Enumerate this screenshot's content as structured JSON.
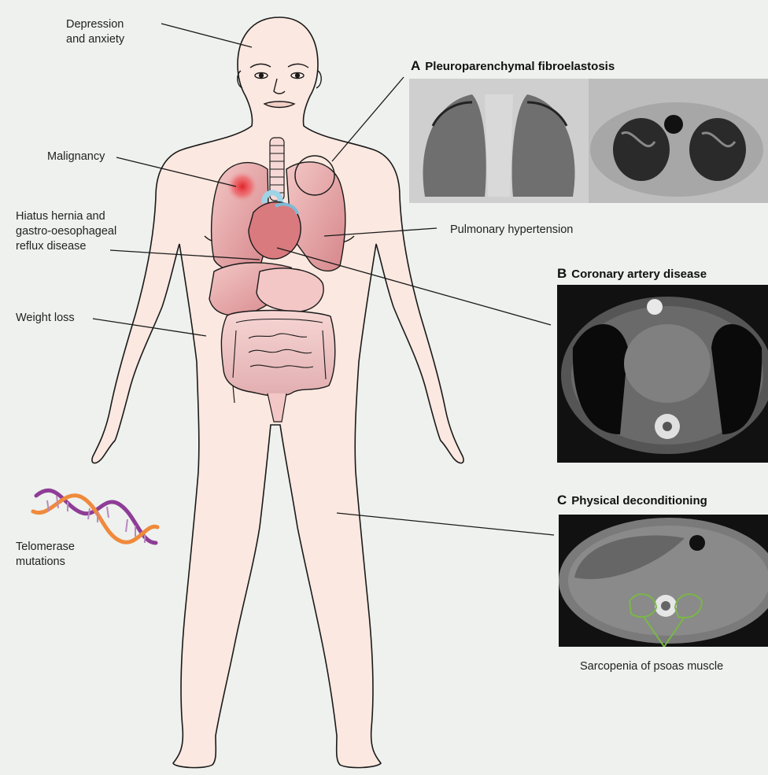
{
  "labels": {
    "depression": "Depression\nand anxiety",
    "malignancy": "Malignancy",
    "hiatus": "Hiatus hernia and\ngastro-oesophageal\nreflux disease",
    "weight_loss": "Weight loss",
    "telomerase": "Telomerase\nmutations",
    "pulmonary_hypertension": "Pulmonary hypertension",
    "sarcopenia": "Sarcopenia of psoas muscle"
  },
  "panels": [
    {
      "letter": "A",
      "title": "Pleuroparenchymal fibroelastosis"
    },
    {
      "letter": "B",
      "title": "Coronary artery disease"
    },
    {
      "letter": "C",
      "title": "Physical deconditioning"
    }
  ],
  "colors": {
    "skin": "#fbe8e0",
    "organ": "#e8a7a8",
    "organ_dark": "#c86b70",
    "tumor": "#e0252b",
    "outline": "#1a1a1a",
    "psoas_outline": "#7ab648",
    "dna_purple": "#8e3d96",
    "dna_orange": "#ef8a3c"
  }
}
